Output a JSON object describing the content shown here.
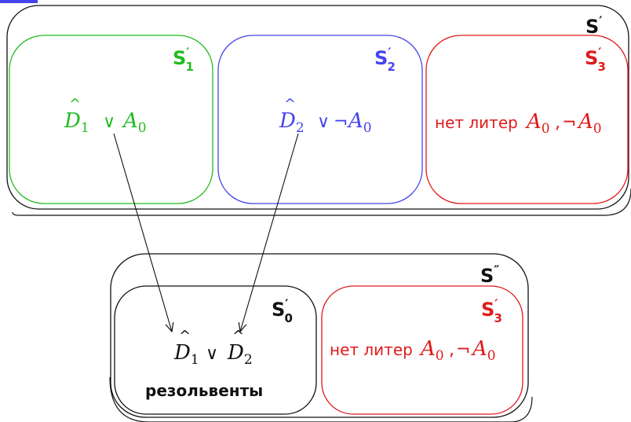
{
  "colors": {
    "green": "#22bb22",
    "blue": "#4444ee",
    "red": "#e01a1a",
    "black": "#111111"
  },
  "top": {
    "outer": {
      "label": "S",
      "prime": "′"
    },
    "s1": {
      "label": "S",
      "prime": "′",
      "sub": "1",
      "clause": {
        "hat": "D",
        "hat_sub": "1",
        "op": "∨",
        "lit": "A",
        "lit_sub": "0"
      }
    },
    "s2": {
      "label": "S",
      "prime": "′",
      "sub": "2",
      "clause": {
        "hat": "D",
        "hat_sub": "2",
        "op": "∨",
        "neg": "¬",
        "lit": "A",
        "lit_sub": "0"
      }
    },
    "s3": {
      "label": "S",
      "prime": "′",
      "sub": "3",
      "text": "нет литер",
      "lit1": "A",
      "lit1_sub": "0",
      "comma": ",",
      "neg": "¬",
      "lit2": "A",
      "lit2_sub": "0"
    }
  },
  "bottom": {
    "outer": {
      "label": "S",
      "prime": "″"
    },
    "s0": {
      "label": "S",
      "prime": "′",
      "sub": "0",
      "clause": {
        "hat1": "D",
        "hat1_sub": "1",
        "op": "∨",
        "hat2": "D",
        "hat2_sub": "2"
      },
      "caption": "резольвенты"
    },
    "s3": {
      "label": "S",
      "prime": "′",
      "sub": "3",
      "text": "нет литер",
      "lit1": "A",
      "lit1_sub": "0",
      "comma": ",",
      "neg": "¬",
      "lit2": "A",
      "lit2_sub": "0"
    }
  }
}
